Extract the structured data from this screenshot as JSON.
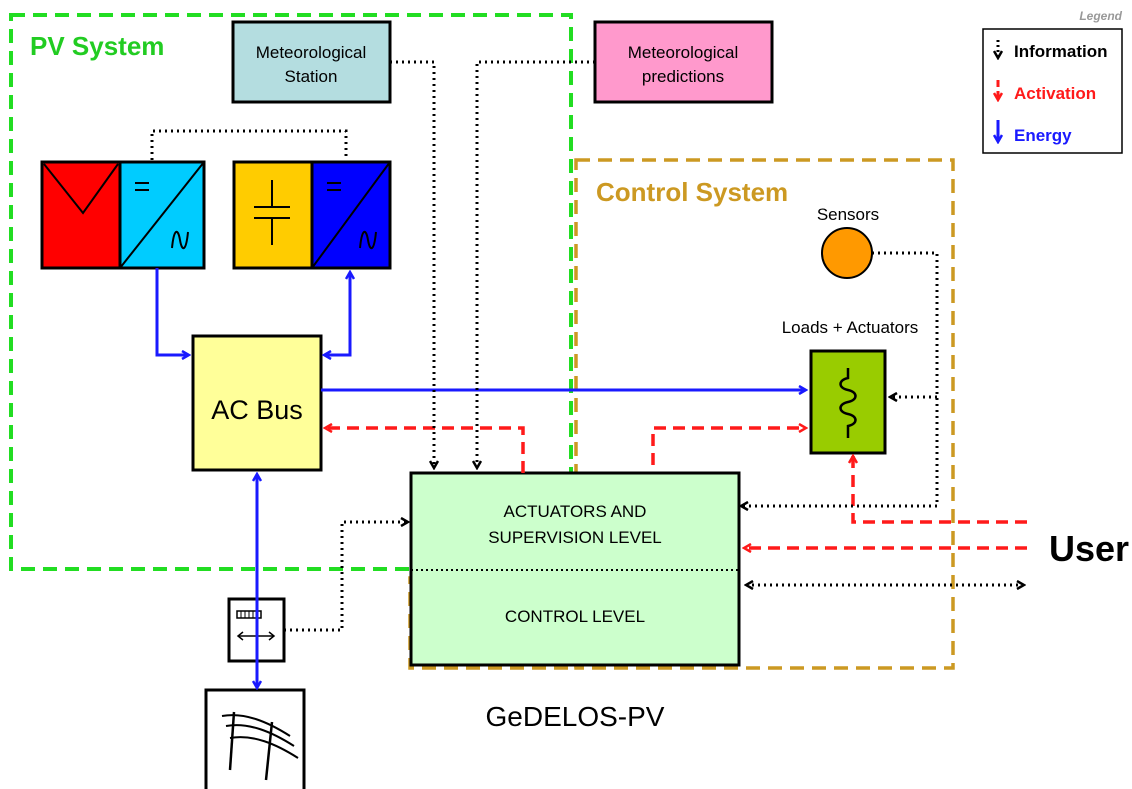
{
  "legend": {
    "title": "Legend",
    "items": [
      {
        "label": "Information",
        "color": "#000000"
      },
      {
        "label": "Activation",
        "color": "#ff1a1a"
      },
      {
        "label": "Energy",
        "color": "#1a1aff"
      }
    ]
  },
  "pv_system": {
    "title": "PV System",
    "color": "#22dd22"
  },
  "control_system": {
    "title": "Control System",
    "color": "#cc9922"
  },
  "meteo_station": {
    "line1": "Meteorological",
    "line2": "Station",
    "fill": "#b4dde0"
  },
  "meteo_predictions": {
    "line1": "Meteorological",
    "line2": "predictions",
    "fill": "#ff99cc"
  },
  "sensors": {
    "label": "Sensors",
    "fill": "#ff9900"
  },
  "loads": {
    "label": "Loads + Actuators",
    "fill": "#99cc00"
  },
  "ac_bus": {
    "label": "AC Bus",
    "fill": "#ffff99"
  },
  "controller": {
    "level1_line1": "ACTUATORS AND",
    "level1_line2": "SUPERVISION LEVEL",
    "level2": "CONTROL LEVEL",
    "name": "GeDELOS-PV",
    "fill": "#ccffcc"
  },
  "user": {
    "label": "User"
  },
  "colors": {
    "pv_panel": "#ff0000",
    "inverter_pv": "#00ccff",
    "battery": "#ffcc00",
    "inverter_battery": "#0000ff"
  }
}
